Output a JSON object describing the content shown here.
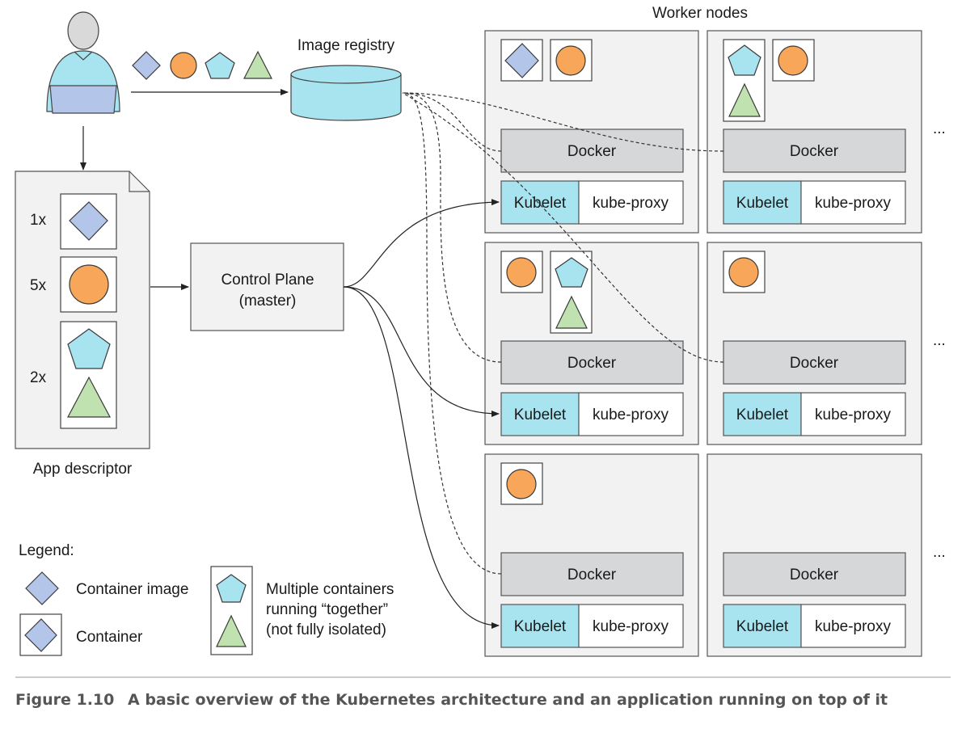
{
  "user": {
    "icon": "developer-person-icon"
  },
  "registry": {
    "label": "Image registry"
  },
  "descriptor": {
    "label": "App descriptor",
    "entries": [
      {
        "count": "1x"
      },
      {
        "count": "5x"
      },
      {
        "count": "2x"
      }
    ]
  },
  "control_plane": {
    "line1": "Control Plane",
    "line2": "(master)"
  },
  "workers": {
    "title": "Worker nodes",
    "docker_label": "Docker",
    "kubelet_label": "Kubelet",
    "proxy_label": "kube-proxy",
    "more": "..."
  },
  "legend": {
    "title": "Legend:",
    "image": "Container image",
    "container": "Container",
    "multi_line1": "Multiple containers",
    "multi_line2": "running “together”",
    "multi_line3": "(not fully isolated)"
  },
  "caption": {
    "figure": "Figure 1.10",
    "text": "A basic overview of the Kubernetes architecture and an application running on top of it"
  },
  "colors": {
    "node_bg": "#f2f2f2",
    "docker": "#d6d7d9",
    "kubelet": "#a8e4f0",
    "container_image": "#b3c6ea",
    "circle": "#f7a65a",
    "pentagon": "#a8e4f0",
    "triangle": "#bfe2b0"
  }
}
